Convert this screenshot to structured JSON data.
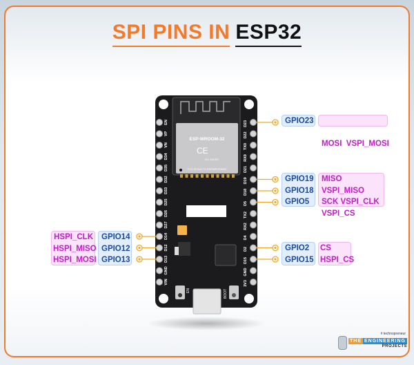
{
  "title": {
    "part1": "SPI PINS IN",
    "part2": "ESP32"
  },
  "board": {
    "module_name": "ESP-WROOM-32",
    "fcc": "FCC ID:2AC7Z-ESPWROOM32",
    "cert": "211-161007",
    "left_pins": [
      "EN",
      "VP",
      "VN",
      "D34",
      "D35",
      "D32",
      "D33",
      "D25",
      "D26",
      "D27",
      "D14",
      "D12",
      "D13",
      "GND",
      "VIN"
    ],
    "right_pins": [
      "D23",
      "D22",
      "TX0",
      "RX0",
      "D21",
      "D19",
      "D18",
      "D5",
      "TX2",
      "RX2",
      "D4",
      "D2",
      "D15",
      "GND",
      "3V3"
    ],
    "buttons": {
      "en": "EN",
      "boot": "BOOT"
    }
  },
  "right_labels": {
    "group1": {
      "gpio": [
        "GPIO23"
      ],
      "func": [
        "MOSI  VSPI_MOSI"
      ]
    },
    "group2": {
      "gpio": [
        "GPIO19",
        "GPIO18",
        "GPIO5"
      ],
      "func": [
        "MISO VSPI_MISO",
        "SCK VSPI_CLK",
        "VSPI_CS"
      ]
    },
    "group3": {
      "gpio": [
        "GPIO2",
        "GPIO15"
      ],
      "func": [
        "CS",
        "HSPI_CS"
      ]
    }
  },
  "left_labels": {
    "gpio": [
      "GPIO14",
      "GPIO12",
      "GPIO13"
    ],
    "func": [
      "HSPI_CLK",
      "HSPI_MISO",
      "HSPI_MOSI"
    ]
  },
  "logo": {
    "tag": "# technopreneur",
    "line1a": "THE",
    "line1b": "ENGINEERING",
    "line2": "PROJECTS"
  },
  "colors": {
    "accent": "#f47a2a",
    "gpio_text": "#1a4aa3",
    "func_text": "#c21cc6",
    "connector": "#f5a623"
  }
}
